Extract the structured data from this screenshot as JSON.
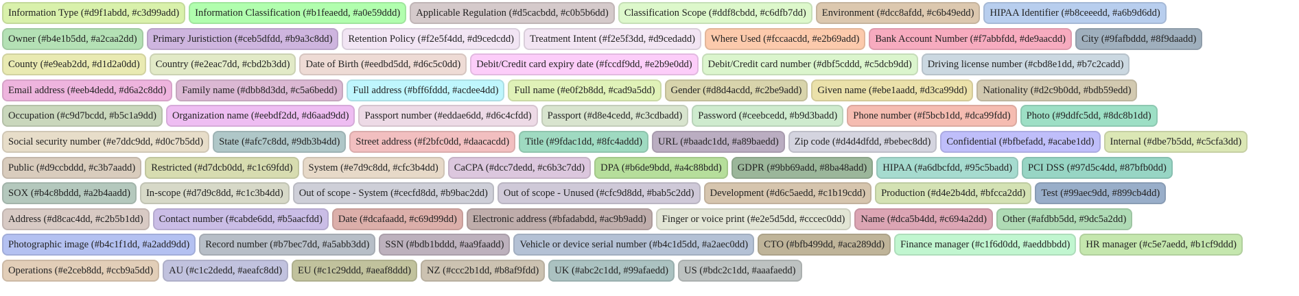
{
  "tags": [
    {
      "label": "Information Type (#d9f1abdd, #c3d99add)",
      "bg": "#d9f1ab",
      "border": "#c3d99a"
    },
    {
      "label": "Information Classification (#b1feaedd, #a0e59ddd)",
      "bg": "#b1feae",
      "border": "#a0e59d"
    },
    {
      "label": "Applicable Regulation (#d5cacbdd, #c0b5b6dd)",
      "bg": "#d5cacb",
      "border": "#c0b5b6"
    },
    {
      "label": "Classification Scope (#ddf8cbdd, #c6dfb7dd)",
      "bg": "#ddf8cb",
      "border": "#c6dfb7"
    },
    {
      "label": "Environment (#dcc8afdd, #c6b49edd)",
      "bg": "#dcc8af",
      "border": "#c6b49e"
    },
    {
      "label": "HIPAA Identifier (#b8ceeedd, #a6b9d6dd)",
      "bg": "#b8ceee",
      "border": "#a6b9d6"
    },
    {
      "label": "Owner (#b4e1b5dd, #a2caa2dd)",
      "bg": "#b4e1b5",
      "border": "#a2caa2"
    },
    {
      "label": "Primary Juristiction (#ceb5dfdd, #b9a3c8dd)",
      "bg": "#ceb5df",
      "border": "#b9a3c8"
    },
    {
      "label": "Retention Policy (#f2e5f4dd, #d9cedcdd)",
      "bg": "#f2e5f4",
      "border": "#d9cedc"
    },
    {
      "label": "Treatment Intent (#f2e5f3dd, #d9cedadd)",
      "bg": "#f2e5f3",
      "border": "#d9ceda"
    },
    {
      "label": "Where Used (#fccaacdd, #e2b69add)",
      "bg": "#fccaac",
      "border": "#e2b69a"
    },
    {
      "label": "Bank Account Number (#f7abbfdd, #de9aacdd)",
      "bg": "#f7abbf",
      "border": "#de9aac"
    },
    {
      "label": "City (#9fafbddd, #8f9daadd)",
      "bg": "#9fafbd",
      "border": "#8f9daa"
    },
    {
      "label": "County (#e9eab2dd, #d1d2a0dd)",
      "bg": "#e9eab2",
      "border": "#d1d2a0"
    },
    {
      "label": "Country (#e2eac7dd, #cbd2b3dd)",
      "bg": "#e2eac7",
      "border": "#cbd2b3"
    },
    {
      "label": "Date of Birth (#eedbd5dd, #d6c5c0dd)",
      "bg": "#eedbd5",
      "border": "#d6c5c0"
    },
    {
      "label": "Debit/Credit card expiry date (#fccdf9dd, #e2b9e0dd)",
      "bg": "#fccdf9",
      "border": "#e2b9e0"
    },
    {
      "label": "Debit/Credit card number (#dbf5cddd, #c5dcb9dd)",
      "bg": "#dbf5cd",
      "border": "#c5dcb9"
    },
    {
      "label": "Driving license number (#cbd8e1dd, #b7c2cadd)",
      "bg": "#cbd8e1",
      "border": "#b7c2ca"
    },
    {
      "label": "Email address (#eeb4dedd, #d6a2c8dd)",
      "bg": "#eeb4de",
      "border": "#d6a2c8"
    },
    {
      "label": "Family name (#dbb8d3dd, #c5a6bedd)",
      "bg": "#dbb8d3",
      "border": "#c5a6be"
    },
    {
      "label": "Full address (#bff6fddd, #acdee4dd)",
      "bg": "#bff6fd",
      "border": "#acdee4"
    },
    {
      "label": "Full name (#e0f2b8dd, #cad9a5dd)",
      "bg": "#e0f2b8",
      "border": "#cad9a5"
    },
    {
      "label": "Gender (#d8d4acdd, #c2be9add)",
      "bg": "#d8d4ac",
      "border": "#c2be9a"
    },
    {
      "label": "Given name (#ebe1aadd, #d3ca99dd)",
      "bg": "#ebe1aa",
      "border": "#d3ca99"
    },
    {
      "label": "Nationality (#d2c9b0dd, #bdb59edd)",
      "bg": "#d2c9b0",
      "border": "#bdb59e"
    },
    {
      "label": "Occupation (#c9d7bcdd, #b5c1a9dd)",
      "bg": "#c9d7bc",
      "border": "#b5c1a9"
    },
    {
      "label": "Organization name (#eebdf2dd, #d6aad9dd)",
      "bg": "#eebdf2",
      "border": "#d6aad9"
    },
    {
      "label": "Passport number (#eddae6dd, #d6c4cfdd)",
      "bg": "#eddae6",
      "border": "#d6c4cf"
    },
    {
      "label": "Passport (#d8e4cedd, #c3cdbadd)",
      "bg": "#d8e4ce",
      "border": "#c3cdba"
    },
    {
      "label": "Password (#ceebcedd, #b9d3badd)",
      "bg": "#ceebce",
      "border": "#b9d3ba"
    },
    {
      "label": "Phone number (#f5bcb1dd, #dca99fdd)",
      "bg": "#f5bcb1",
      "border": "#dca99f"
    },
    {
      "label": "Photo (#9ddfc5dd, #8dc8b1dd)",
      "bg": "#9ddfc5",
      "border": "#8dc8b1"
    },
    {
      "label": "Social security number (#e7ddc9dd, #d0c7b5dd)",
      "bg": "#e7ddc9",
      "border": "#d0c7b5"
    },
    {
      "label": "State (#afc7c8dd, #9db3b4dd)",
      "bg": "#afc7c8",
      "border": "#9db3b4"
    },
    {
      "label": "Street address (#f2bfc0dd, #daacacdd)",
      "bg": "#f2bfc0",
      "border": "#daacac"
    },
    {
      "label": "Title (#9fdac1dd, #8fc4addd)",
      "bg": "#9fdac1",
      "border": "#8fc4ad"
    },
    {
      "label": "URL (#baadc1dd, #a89baedd)",
      "bg": "#baadc1",
      "border": "#a89bae"
    },
    {
      "label": "Zip code (#d4d4dfdd, #bebec8dd)",
      "bg": "#d4d4df",
      "border": "#bebec8"
    },
    {
      "label": "Confidential (#bfbefadd, #acabe1dd)",
      "bg": "#bfbefa",
      "border": "#acabe1"
    },
    {
      "label": "Internal (#dbe7b5dd, #c5cfa3dd)",
      "bg": "#dbe7b5",
      "border": "#c5cfa3"
    },
    {
      "label": "Public (#d9ccbddd, #c3b7aadd)",
      "bg": "#d9ccbd",
      "border": "#c3b7aa"
    },
    {
      "label": "Restricted (#d7dcb0dd, #c1c69fdd)",
      "bg": "#d7dcb0",
      "border": "#c1c69f"
    },
    {
      "label": "System (#e7d9c8dd, #cfc3b4dd)",
      "bg": "#e7d9c8",
      "border": "#cfc3b4"
    },
    {
      "label": "CaCPA (#dcc7dedd, #c6b3c7dd)",
      "bg": "#dcc7de",
      "border": "#c6b3c7"
    },
    {
      "label": "DPA (#b6de9bdd, #a4c88bdd)",
      "bg": "#b6de9b",
      "border": "#a4c88b"
    },
    {
      "label": "GDPR (#9bb69add, #8ba48add)",
      "bg": "#9bb69a",
      "border": "#8ba48a"
    },
    {
      "label": "HIPAA (#a6dbcfdd, #95c5badd)",
      "bg": "#a6dbcf",
      "border": "#95c5ba"
    },
    {
      "label": "PCI DSS (#97d5c4dd, #87bfb0dd)",
      "bg": "#97d5c4",
      "border": "#87bfb0"
    },
    {
      "label": "SOX (#b4c8bddd, #a2b4aadd)",
      "bg": "#b4c8bd",
      "border": "#a2b4aa"
    },
    {
      "label": "In-scope (#d7d9c8dd, #c1c3b4dd)",
      "bg": "#d7d9c8",
      "border": "#c1c3b4"
    },
    {
      "label": "Out of scope - System (#cecfd8dd, #b9bac2dd)",
      "bg": "#cecfd8",
      "border": "#b9bac2"
    },
    {
      "label": "Out of scope - Unused (#cfc9d8dd, #bab5c2dd)",
      "bg": "#cfc9d8",
      "border": "#bab5c2"
    },
    {
      "label": "Development (#d6c5aedd, #c1b19cdd)",
      "bg": "#d6c5ae",
      "border": "#c1b19c"
    },
    {
      "label": "Production (#d4e2b4dd, #bfcca2dd)",
      "bg": "#d4e2b4",
      "border": "#bfcca2"
    },
    {
      "label": "Test (#99aec9dd, #899cb4dd)",
      "bg": "#99aec9",
      "border": "#899cb4"
    },
    {
      "label": "Address (#d8cac4dd, #c2b5b1dd)",
      "bg": "#d8cac4",
      "border": "#c2b5b1"
    },
    {
      "label": "Contact number (#cabde6dd, #b5aacfdd)",
      "bg": "#cabde6",
      "border": "#b5aacf"
    },
    {
      "label": "Date (#dcafaadd, #c69d99dd)",
      "bg": "#dcafaa",
      "border": "#c69d99"
    },
    {
      "label": "Electronic address (#bfadabdd, #ac9b9add)",
      "bg": "#bfadab",
      "border": "#ac9b9a"
    },
    {
      "label": "Finger or voice print (#e2e5d5dd, #cccec0dd)",
      "bg": "#e2e5d5",
      "border": "#cccec0"
    },
    {
      "label": "Name (#dca5b4dd, #c694a2dd)",
      "bg": "#dca5b4",
      "border": "#c694a2"
    },
    {
      "label": "Other (#afdbb5dd, #9dc5a2dd)",
      "bg": "#afdbb5",
      "border": "#9dc5a2"
    },
    {
      "label": "Photographic image (#b4c1f1dd, #a2add9dd)",
      "bg": "#b4c1f1",
      "border": "#a2add9"
    },
    {
      "label": "Record number (#b7bec7dd, #a5abb3dd)",
      "bg": "#b7bec7",
      "border": "#a5abb3"
    },
    {
      "label": "SSN (#bdb1bddd, #aa9faadd)",
      "bg": "#bdb1bd",
      "border": "#aa9faa"
    },
    {
      "label": "Vehicle or device serial number (#b4c1d5dd, #a2aec0dd)",
      "bg": "#b4c1d5",
      "border": "#a2aec0"
    },
    {
      "label": "CTO (#bfb499dd, #aca289dd)",
      "bg": "#bfb499",
      "border": "#aca289"
    },
    {
      "label": "Finance manager (#c1f6d0dd, #aeddbbdd)",
      "bg": "#c1f6d0",
      "border": "#aeddbb"
    },
    {
      "label": "HR manager (#c5e7aedd, #b1cf9ddd)",
      "bg": "#c5e7ae",
      "border": "#b1cf9d"
    },
    {
      "label": "Operations (#e2ceb8dd, #ccb9a5dd)",
      "bg": "#e2ceb8",
      "border": "#ccb9a5"
    },
    {
      "label": "AU (#c1c2dedd, #aeafc8dd)",
      "bg": "#c1c2de",
      "border": "#aeafc8"
    },
    {
      "label": "EU (#c1c29ddd, #aeaf8ddd)",
      "bg": "#c1c29d",
      "border": "#aeaf8d"
    },
    {
      "label": "NZ (#ccc2b1dd, #b8af9fdd)",
      "bg": "#ccc2b1",
      "border": "#b8af9f"
    },
    {
      "label": "UK (#abc2c1dd, #99afaedd)",
      "bg": "#abc2c1",
      "border": "#99afae"
    },
    {
      "label": "US (#bdc2c1dd, #aaafaedd)",
      "bg": "#bdc2c1",
      "border": "#aaafae"
    }
  ]
}
